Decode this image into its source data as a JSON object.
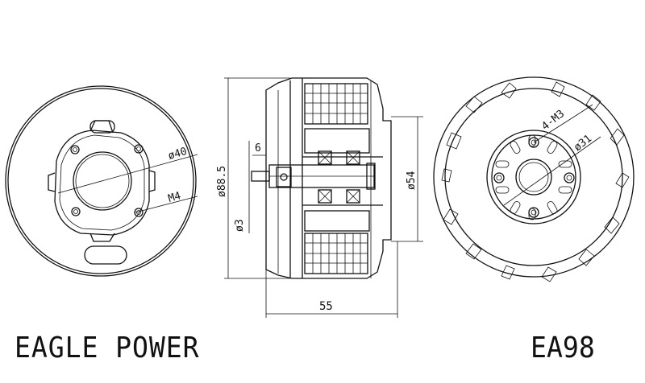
{
  "brand": "EAGLE POWER",
  "model": "EA98",
  "dimensions": {
    "front_hole_dia": "ø40",
    "front_thread": "M4",
    "side_height": "ø88.5",
    "side_shaft_len": "6",
    "side_shaft_dia": "ø3",
    "side_flange_dia": "ø54",
    "side_length": "55",
    "rear_thread": "4-M3",
    "rear_hole_dia": "ø31"
  }
}
